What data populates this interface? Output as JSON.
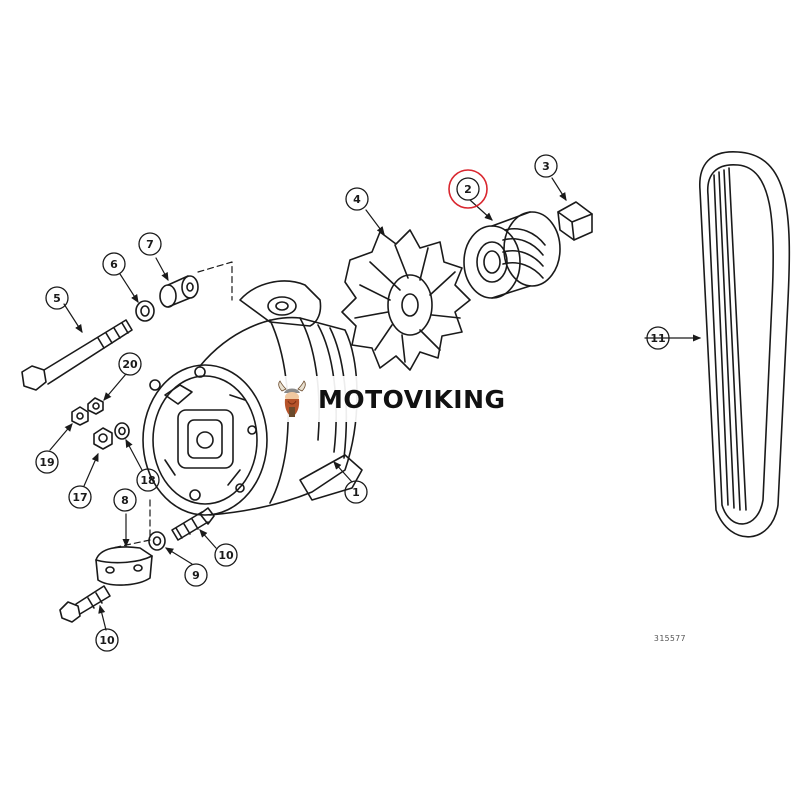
{
  "diagram": {
    "callouts": [
      "1",
      "2",
      "3",
      "4",
      "5",
      "6",
      "7",
      "8",
      "9",
      "10",
      "10",
      "11",
      "17",
      "18",
      "19",
      "20"
    ],
    "highlighted_part": "2",
    "drawing_id": "315577"
  },
  "watermark": {
    "brand": "MOTOVIKING",
    "color": "#111111"
  },
  "colors": {
    "line": "#1a1a1a",
    "highlight": "#d9262e"
  }
}
